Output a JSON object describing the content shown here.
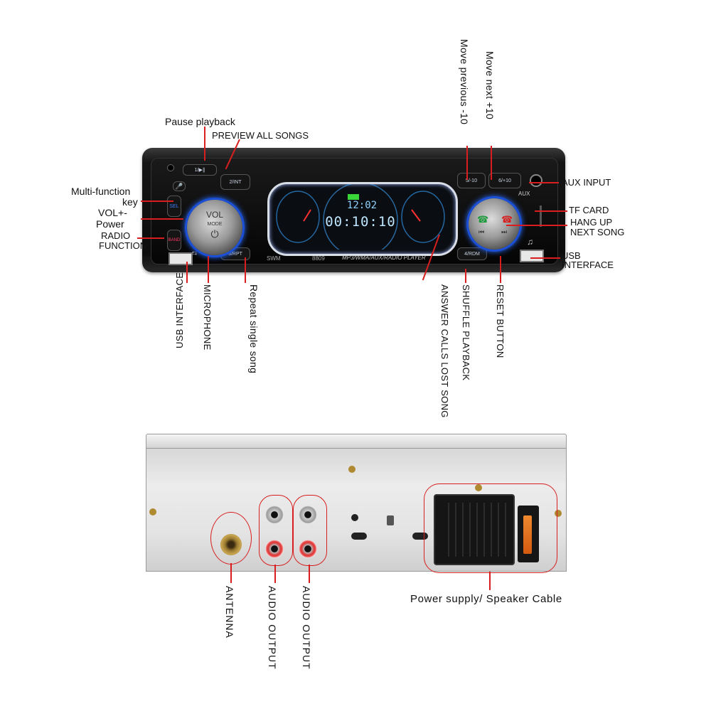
{
  "callouts": {
    "pause_playback": "Pause playback",
    "preview_all_songs": "PREVIEW ALL SONGS",
    "multi_function_key_line1": "Multi-function",
    "multi_function_key_line2": "key",
    "vol_line": "VOL+-",
    "power_line": "Power",
    "radio_function_line1": "RADIO",
    "radio_function_line2": "FUNCTION",
    "usb_interface_left": "USB INTERFACE",
    "microphone": "MICROPHONE",
    "repeat_single_song": "Repeat single song",
    "move_previous": "Move previous -10",
    "move_next": "Move next +10",
    "aux_input": "AUX INPUT",
    "tf_card": "TF CARD",
    "hang_up_line1": "HANG UP",
    "hang_up_line2": "NEXT SONG",
    "usb_interface_right_line1": "USB",
    "usb_interface_right_line2": "INTERFACE",
    "answer_calls": "ANSWER CALLS LOST SONG",
    "shuffle_playback": "SHUFFLE PLAYBACK",
    "reset_button": "RESET BUTTON",
    "antenna": "ANTENNA",
    "audio_output_1": "AUDIO OUTPUT",
    "audio_output_2": "AUDIO OUTPUT",
    "power_supply": "Power supply/ Speaker Cable"
  },
  "device": {
    "buttons": {
      "b1": "1/▶∥",
      "b2": "2/INT",
      "b3": "3/RPT",
      "b4": "4/RDM",
      "b5": "5/-10",
      "b6": "6/+10",
      "sel": "SEL",
      "band": "BAND"
    },
    "knob_left": {
      "label": "VOL",
      "sub": "MODE"
    },
    "aux_label": "AUX",
    "brand": "SWM",
    "model": "8809",
    "tagline": "MP3/WMA/AUX/RADIO PLAYER",
    "display": {
      "top_digits": "12:02",
      "main_digits": "00:10:10"
    },
    "accent_color": "#2a6cff",
    "callout_color": "#d81e1e"
  },
  "icons": [
    "mic-icon",
    "phone-answer-icon",
    "phone-hangup-icon",
    "prev-icon",
    "next-icon",
    "music-note-icon",
    "usb-icon",
    "power-icon"
  ]
}
